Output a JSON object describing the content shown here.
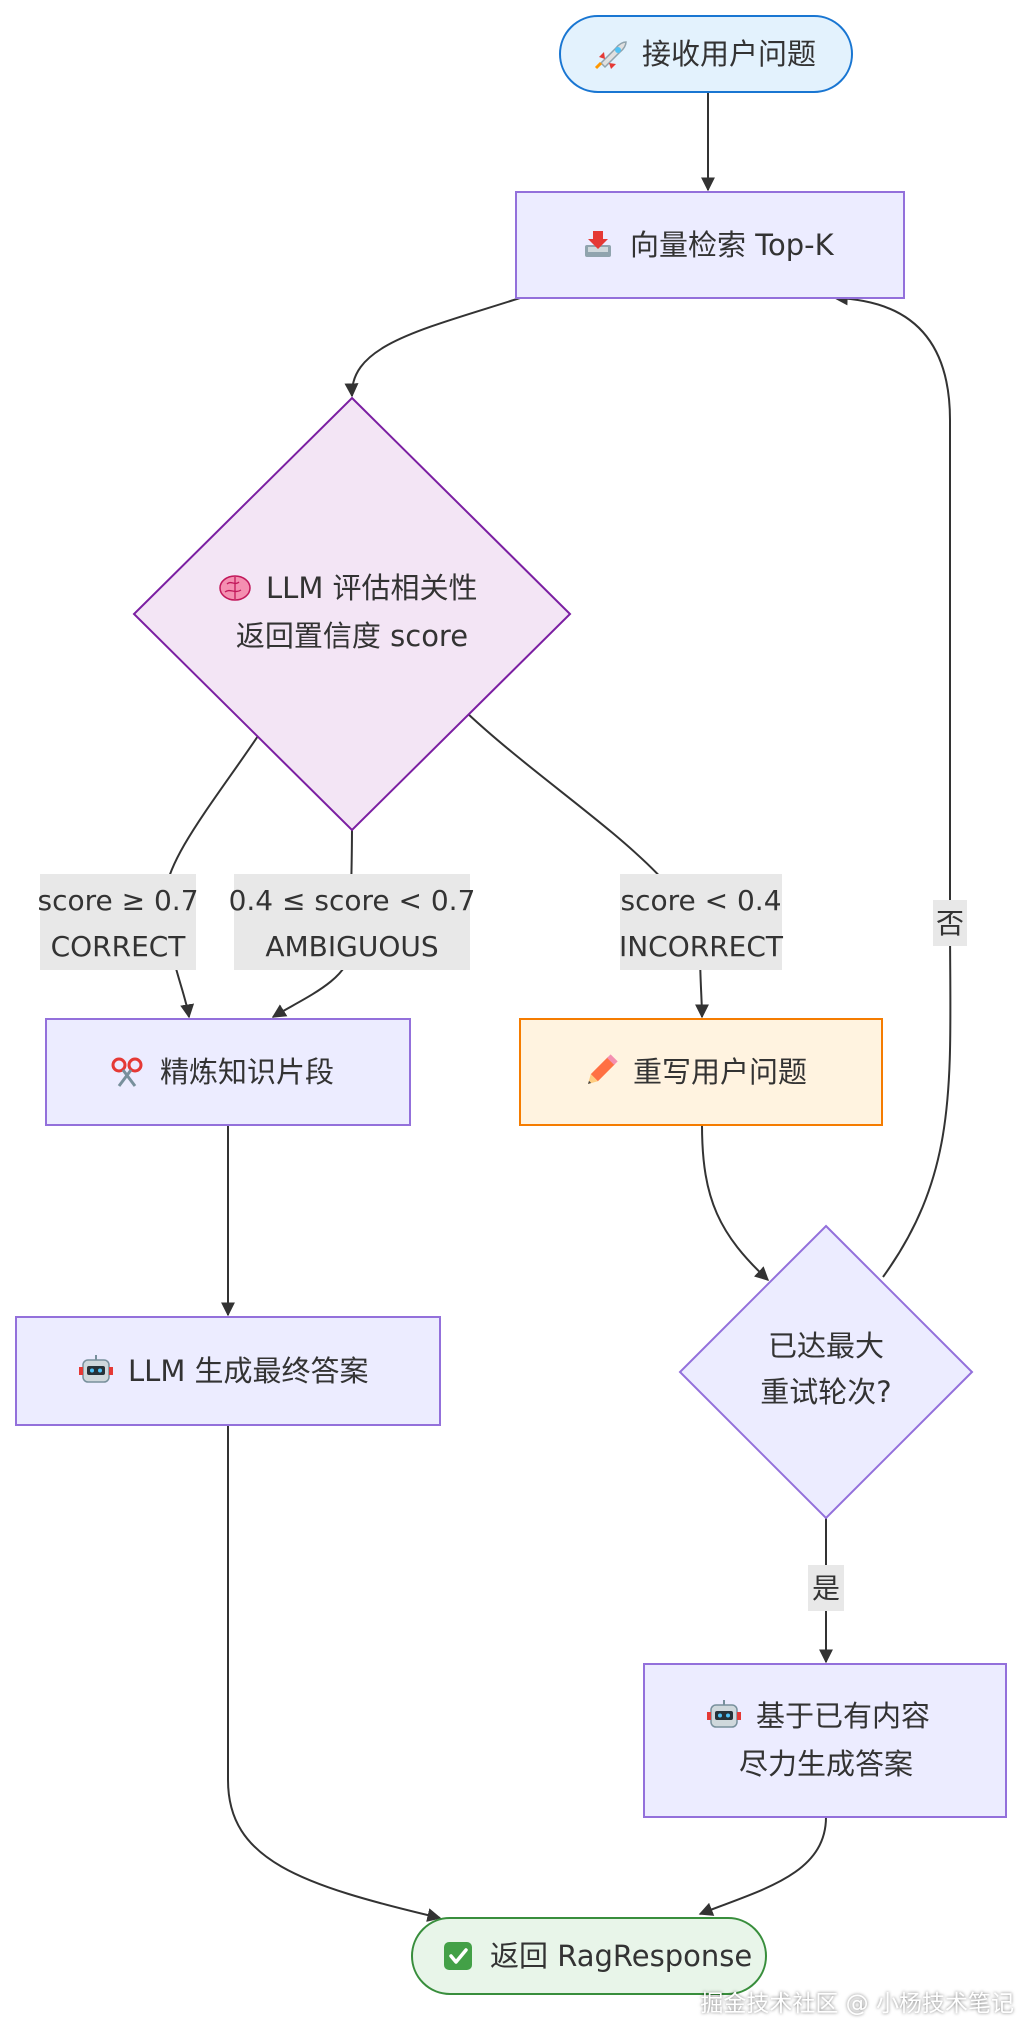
{
  "nodes": {
    "start": {
      "icon": "rocket-icon",
      "label": "接收用户问题"
    },
    "retrieve": {
      "icon": "inbox-tray-icon",
      "label": "向量检索 Top-K"
    },
    "evaluate": {
      "icon": "brain-icon",
      "line1": "LLM 评估相关性",
      "line2": "返回置信度 score"
    },
    "refine": {
      "icon": "scissors-icon",
      "label": "精炼知识片段"
    },
    "rewrite": {
      "icon": "pencil-icon",
      "label": "重写用户问题"
    },
    "generate": {
      "icon": "robot-icon",
      "label": "LLM 生成最终答案"
    },
    "max_retry": {
      "line1": "已达最大",
      "line2": "重试轮次?"
    },
    "best_effort": {
      "icon": "robot-icon",
      "line1": "基于已有内容",
      "line2": "尽力生成答案"
    },
    "end": {
      "icon": "check-icon",
      "label": "返回 RagResponse"
    }
  },
  "edges": {
    "correct": {
      "line1": "score ≥ 0.7",
      "line2": "CORRECT"
    },
    "ambiguous": {
      "line1": "0.4 ≤ score < 0.7",
      "line2": "AMBIGUOUS"
    },
    "incorrect": {
      "line1": "score < 0.4",
      "line2": "INCORRECT"
    },
    "no": "否",
    "yes": "是"
  },
  "watermark": "掘金技术社区 @ 小杨技术笔记",
  "colors": {
    "start_fill": "#e3f2fd",
    "start_stroke": "#1976d2",
    "default_fill": "#ececff",
    "default_stroke": "#9370db",
    "evaluate_fill": "#f3e5f5",
    "evaluate_stroke": "#7b1fa2",
    "rewrite_fill": "#fff3e0",
    "rewrite_stroke": "#f57c00",
    "end_fill": "#e8f5e9",
    "end_stroke": "#388e3c",
    "edge": "#333333",
    "edge_label_bg": "#e8e8e8"
  }
}
